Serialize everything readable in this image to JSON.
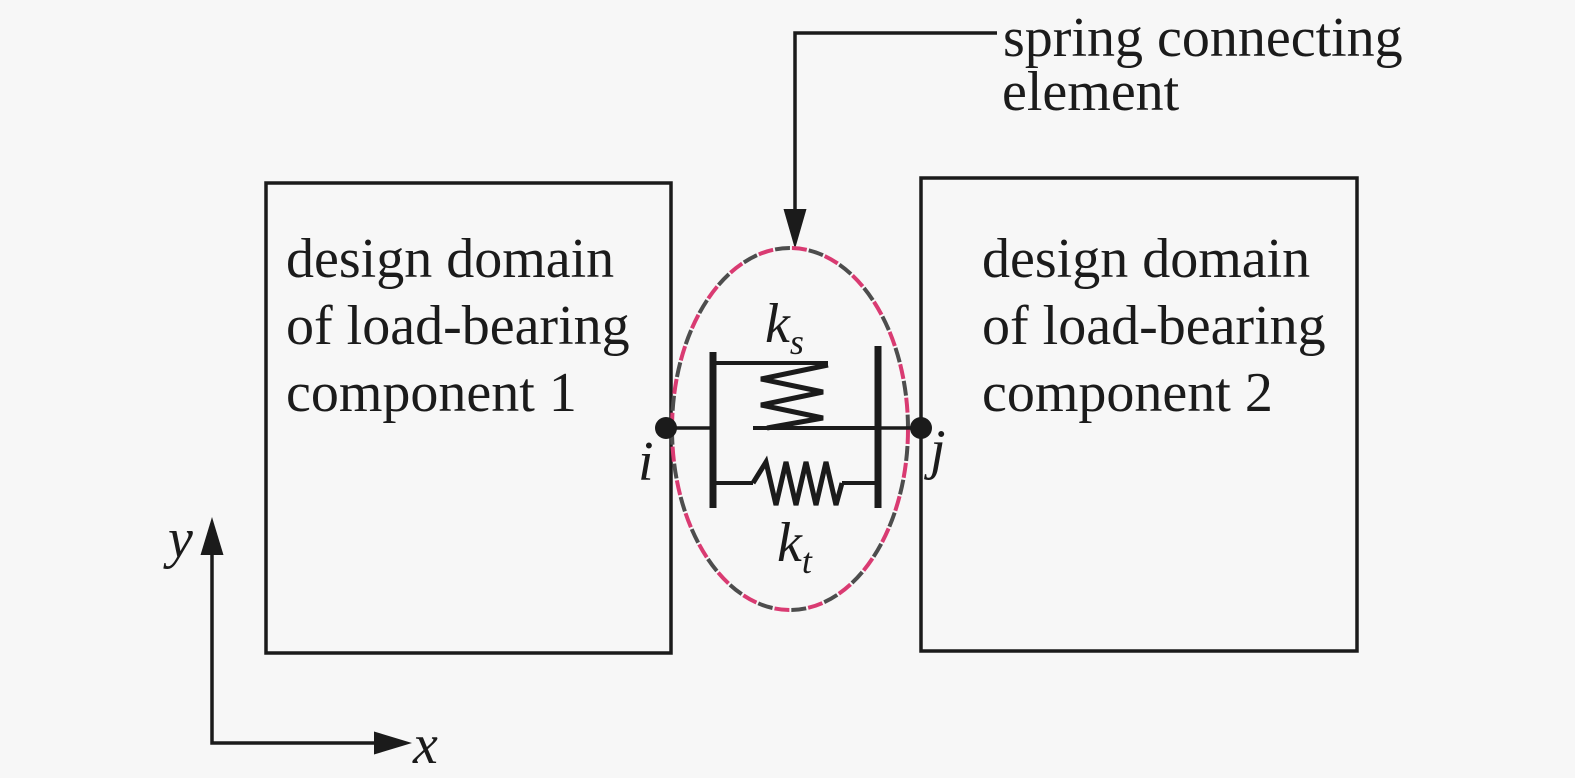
{
  "figure": {
    "callout": {
      "line1": "spring connecting",
      "line2": "element"
    },
    "domain1": {
      "line1": "design domain",
      "line2": "of load-bearing",
      "line3": "component 1"
    },
    "domain2": {
      "line1": "design domain",
      "line2": "of load-bearing",
      "line3": "component 2"
    },
    "springs": {
      "shear": {
        "symbol": "k",
        "subscript": "s"
      },
      "axial": {
        "symbol": "k",
        "subscript": "t"
      }
    },
    "nodes": {
      "left": "i",
      "right": "j"
    },
    "axes": {
      "horizontal": "x",
      "vertical": "y"
    },
    "colors": {
      "dash_pink": "#d93b72",
      "dash_gray": "#4d4d4d",
      "ink": "#1b1b1b",
      "background": "#f7f7f7"
    }
  }
}
